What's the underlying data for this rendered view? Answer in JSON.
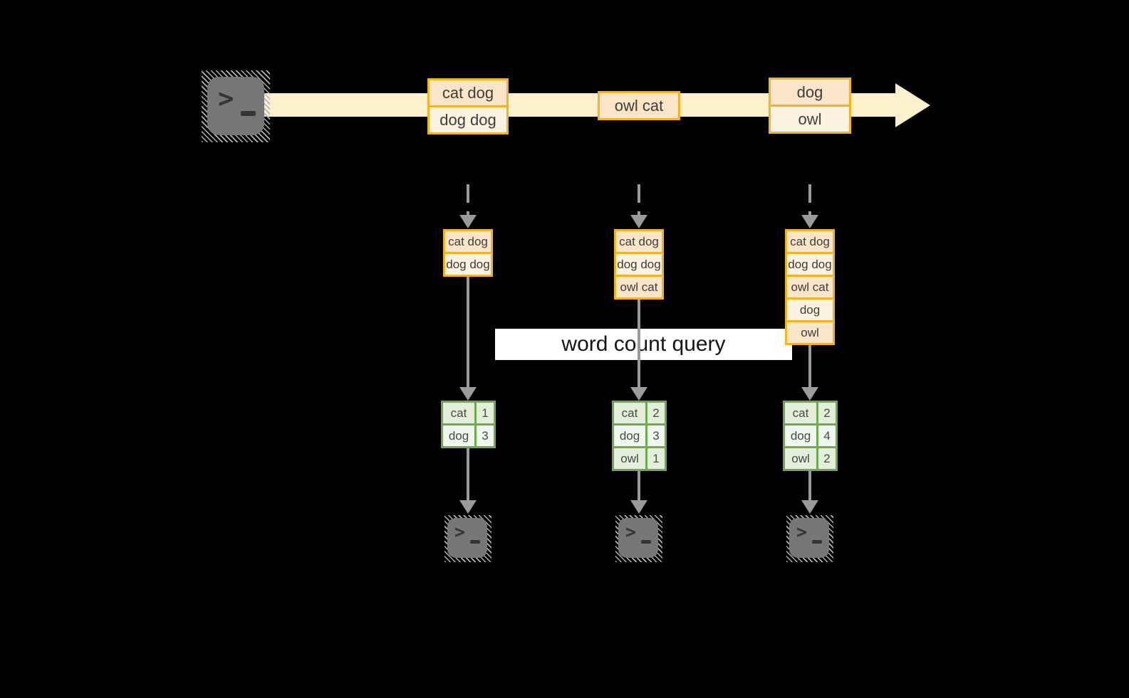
{
  "query_label": "word count query",
  "icons": {
    "source_terminal": "terminal-icon",
    "sink_terminal": "terminal-icon",
    "prompt_glyph": ">"
  },
  "colors": {
    "background": "#000000",
    "stream_fill": "#FCF0CD",
    "event_border": "#F0B428",
    "event_fill_peach": "#FBE5C9",
    "event_fill_cream": "#FDF3E1",
    "table_border": "#6FAA4E",
    "table_fill_light": "#E3EEDB",
    "table_fill_lighter": "#F2F7ED",
    "arrow_gray": "#9B9B9B",
    "terminal_fill": "#767676",
    "label_bg": "#FFFFFF"
  },
  "stream_events": [
    {
      "lines": [
        "cat dog",
        "dog dog"
      ]
    },
    {
      "lines": [
        "owl cat"
      ]
    },
    {
      "lines": [
        "dog",
        "owl"
      ]
    }
  ],
  "columns": [
    {
      "buffer": [
        "cat dog",
        "dog dog"
      ],
      "counts": [
        {
          "word": "cat",
          "count": "1"
        },
        {
          "word": "dog",
          "count": "3"
        }
      ]
    },
    {
      "buffer": [
        "cat dog",
        "dog dog",
        "owl cat"
      ],
      "counts": [
        {
          "word": "cat",
          "count": "2"
        },
        {
          "word": "dog",
          "count": "3"
        },
        {
          "word": "owl",
          "count": "1"
        }
      ]
    },
    {
      "buffer": [
        "cat dog",
        "dog dog",
        "owl cat",
        "dog",
        "owl"
      ],
      "counts": [
        {
          "word": "cat",
          "count": "2"
        },
        {
          "word": "dog",
          "count": "4"
        },
        {
          "word": "owl",
          "count": "2"
        }
      ]
    }
  ]
}
